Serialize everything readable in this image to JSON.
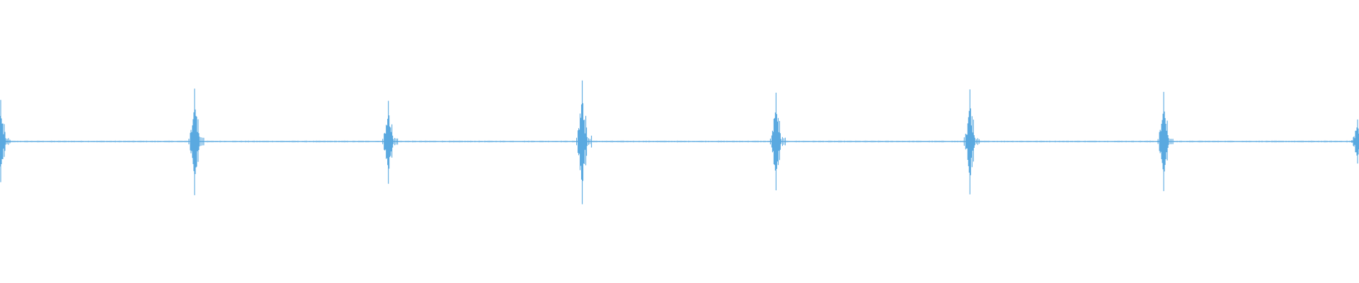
{
  "waveform": {
    "color": "#5aa9e0",
    "background": "#ffffff",
    "duration_s": 14.0,
    "amplitude_range": [
      -1,
      1
    ],
    "baseline": 0,
    "bursts": [
      {
        "time_s": 0.0,
        "peak_up": 0.51,
        "peak_down": 0.5
      },
      {
        "time_s": 2.0,
        "peak_up": 0.65,
        "peak_down": 0.66
      },
      {
        "time_s": 4.0,
        "peak_up": 0.5,
        "peak_down": 0.52
      },
      {
        "time_s": 6.0,
        "peak_up": 0.75,
        "peak_down": 0.77
      },
      {
        "time_s": 8.0,
        "peak_up": 0.6,
        "peak_down": 0.6
      },
      {
        "time_s": 10.0,
        "peak_up": 0.64,
        "peak_down": 0.65
      },
      {
        "time_s": 12.0,
        "peak_up": 0.61,
        "peak_down": 0.61
      },
      {
        "time_s": 14.0,
        "peak_up": 0.27,
        "peak_down": 0.27
      }
    ]
  }
}
